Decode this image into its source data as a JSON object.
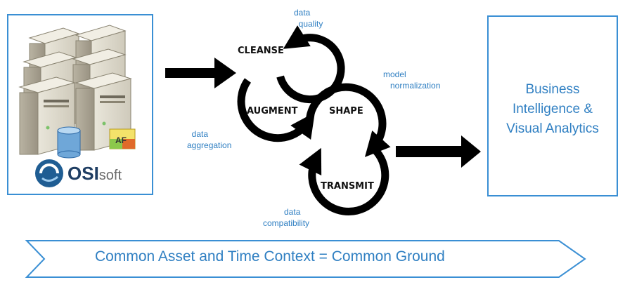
{
  "source_logo": {
    "brand_main": "OSI",
    "brand_suffix": "soft",
    "af_badge": "AF"
  },
  "stages": {
    "cleanse": "CLEANSE",
    "augment": "AUGMENT",
    "shape": "SHAPE",
    "transmit": "TRANSMIT"
  },
  "notes": {
    "cleanse": "data\n  quality",
    "augment": "  data\naggregation",
    "shape": "model\n   normalization",
    "transmit": "         data\ncompatibility"
  },
  "target_box": {
    "text": "Business\nIntelligence &\nVisual Analytics"
  },
  "banner": {
    "text": "Common Asset and Time Context = Common Ground"
  },
  "colors": {
    "accent": "#3a8fd4",
    "text_blue": "#2f7fc2",
    "arrow": "#000000"
  },
  "icons": [
    "server-cluster-icon",
    "database-icon",
    "af-icon",
    "osisoft-logo-icon",
    "circular-arrow-icon",
    "arrow-right-icon",
    "chevron-banner-icon"
  ]
}
